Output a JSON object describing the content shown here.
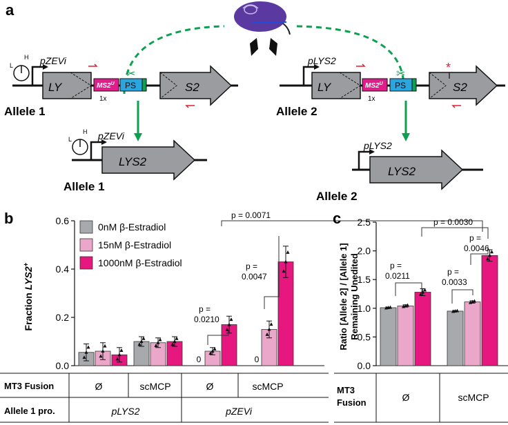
{
  "panels": {
    "a": "a",
    "b": "b",
    "c": "c"
  },
  "schematic": {
    "promoter_zevi": "pZEVi",
    "promoter_lys2": "pLYS2",
    "seg_ly": "LY",
    "seg_s2": "S2",
    "ms2": "MS2",
    "ms2_sup": "U",
    "ps": "PS",
    "copies": "1x",
    "allele1": "Allele 1",
    "allele2": "Allele 2",
    "gene_lys2": "LYS2",
    "dial_high": "H",
    "dial_low": "L",
    "mutation_mark": "*"
  },
  "chart_data": [
    {
      "type": "bar",
      "panel": "b",
      "ylabel_prefix": "Fraction ",
      "ylabel_gene": "LYS2",
      "ylabel_sup": "+",
      "ylim": [
        0,
        0.6
      ],
      "yticks": [
        "0.0",
        "0.2",
        "0.4",
        "0.6"
      ],
      "legend": [
        "0nM β-Estradiol",
        "15nM β-Estradiol",
        "1000nM β-Estradiol"
      ],
      "colors": [
        "#a7a9ac",
        "#eaa7c9",
        "#e6177f"
      ],
      "groups": [
        {
          "fusion": "Ø",
          "promoter": "pLYS2",
          "values": [
            0.055,
            0.06,
            0.045
          ],
          "errors": [
            0.035,
            0.035,
            0.03
          ]
        },
        {
          "fusion": "scMCP",
          "promoter": "pLYS2",
          "values": [
            0.1,
            0.095,
            0.1
          ],
          "errors": [
            0.02,
            0.02,
            0.02
          ]
        },
        {
          "fusion": "Ø",
          "promoter": "pZEVi",
          "values": [
            0.0,
            0.06,
            0.17
          ],
          "errors": [
            0,
            0.015,
            0.035
          ]
        },
        {
          "fusion": "scMCP",
          "promoter": "pZEVi",
          "values": [
            0.0,
            0.15,
            0.43
          ],
          "errors": [
            0,
            0.035,
            0.065
          ]
        }
      ],
      "zero_labels": [
        "0",
        "0"
      ],
      "pvalues": [
        "p = 0.0071",
        "p =",
        "0.0210",
        "p =",
        "0.0047"
      ],
      "row_labels": {
        "fusion": "MT3 Fusion",
        "promoter": "Allele 1 pro."
      },
      "promoters": [
        "pLYS2",
        "pZEVi"
      ]
    },
    {
      "type": "bar",
      "panel": "c",
      "ylabel_line1": "Ratio [Allele 2] / [Allele 1]",
      "ylabel_line2": "Remaining Unedited",
      "ylim": [
        0,
        2.5
      ],
      "yticks": [
        "0.0",
        "0.5",
        "1.0",
        "1.5",
        "2.0",
        "2.5"
      ],
      "colors": [
        "#a7a9ac",
        "#eaa7c9",
        "#e6177f"
      ],
      "groups": [
        {
          "fusion": "Ø",
          "values": [
            1.01,
            1.04,
            1.28
          ],
          "errors": [
            0.01,
            0.02,
            0.06
          ]
        },
        {
          "fusion": "scMCP",
          "values": [
            0.95,
            1.11,
            1.92
          ],
          "errors": [
            0.01,
            0.02,
            0.1
          ]
        }
      ],
      "pvalues": [
        "p = 0.0030",
        "p =",
        "0.0211",
        "p =",
        "0.0033",
        "p =",
        "0.0046"
      ],
      "row_label_line1": "MT3",
      "row_label_line2": "Fusion"
    }
  ]
}
